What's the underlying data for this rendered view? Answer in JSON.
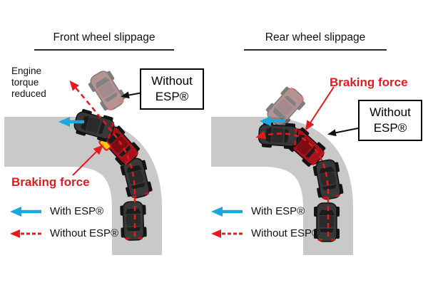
{
  "panels": {
    "left": {
      "title": "Front wheel slippage",
      "engine_label": "Engine torque reduced",
      "without_esp_box": "Without ESP®",
      "braking_label": "Braking force"
    },
    "right": {
      "title": "Rear wheel slippage",
      "without_esp_box": "Without ESP®",
      "braking_label": "Braking force"
    }
  },
  "legend": {
    "with_esp": "With ESP®",
    "without_esp": "Without ESP®"
  },
  "colors": {
    "with_esp_arrow": "#1ba7e0",
    "without_esp_arrow": "#e8191c",
    "road": "#c9c9c9",
    "brake_wheel_highlight": "#ffcc00",
    "car_body_dark": "#383838",
    "car_body_red": "#a8121a"
  }
}
